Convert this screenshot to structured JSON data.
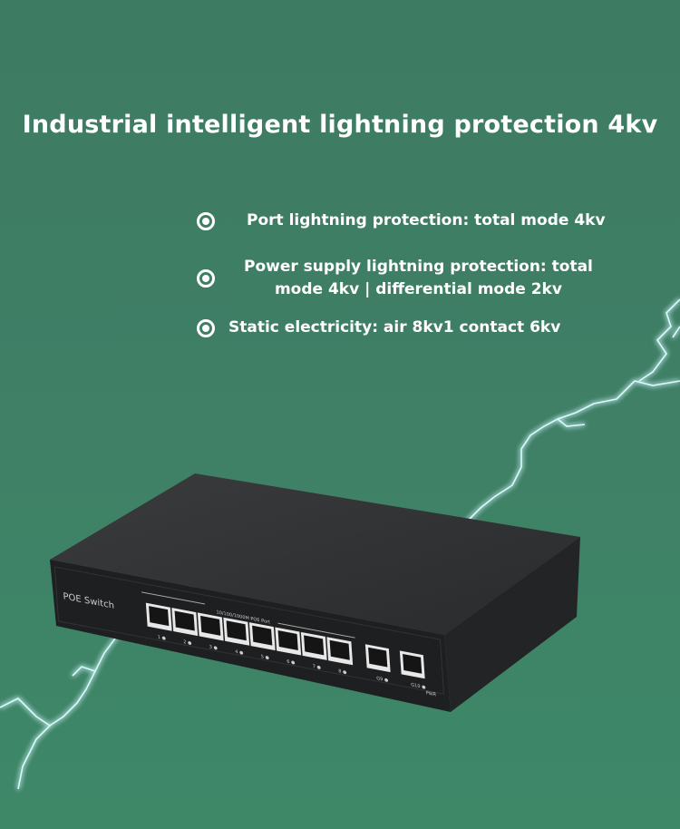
{
  "title": "Industrial intelligent lightning protection 4kv",
  "bullets": [
    {
      "icon": "radio-dot-icon",
      "text": "Port lightning protection: total mode 4kv"
    },
    {
      "icon": "radio-dot-icon",
      "line1": "Power supply lightning protection: total",
      "line2": "mode 4kv | differential mode 2kv"
    },
    {
      "icon": "radio-dot-icon",
      "text": "Static electricity: air 8kv1 contact 6kv"
    }
  ],
  "device": {
    "brand_label": "POE Switch",
    "port_group_label": "10/100/1000M POE Port",
    "port_labels": [
      "1",
      "2",
      "3",
      "4",
      "5",
      "6",
      "7",
      "8"
    ],
    "uplink_labels": [
      "G9",
      "G10"
    ],
    "power_label": "PWR"
  },
  "colors": {
    "background": "#3e7f65",
    "device": "#2b2c2e",
    "lightning": "#7fe8ff"
  }
}
